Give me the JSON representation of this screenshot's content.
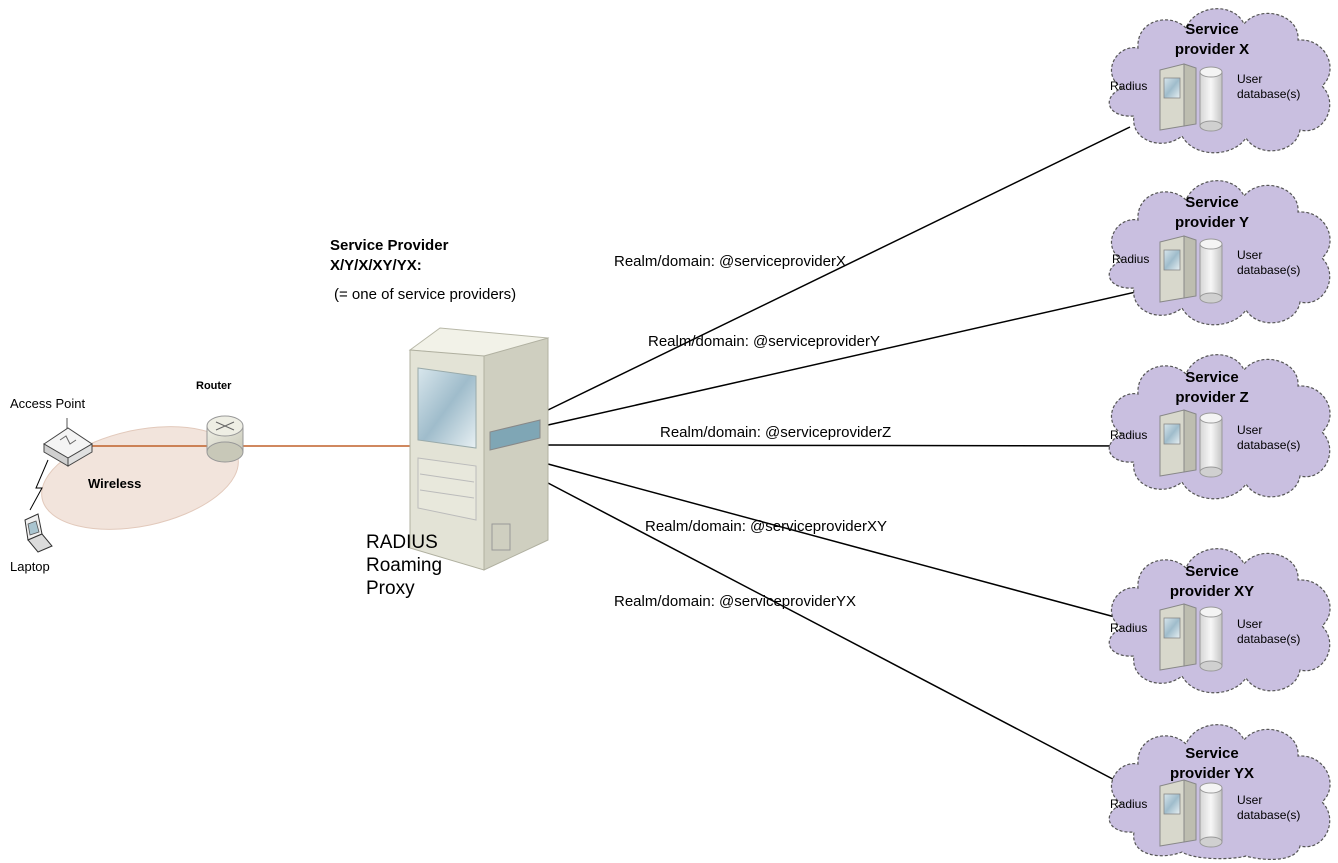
{
  "access_point": {
    "label": "Access Point"
  },
  "router": {
    "label": "Router"
  },
  "wireless": {
    "label": "Wireless"
  },
  "laptop": {
    "label": "Laptop"
  },
  "proxy": {
    "title_line1": "Service Provider",
    "title_line2": "X/Y/X/XY/YX:",
    "note": "(= one of service providers)",
    "name_line1": "RADIUS",
    "name_line2": "Roaming",
    "name_line3": "Proxy"
  },
  "realms": [
    "Realm/domain: @serviceproviderX",
    "Realm/domain: @serviceproviderY",
    "Realm/domain: @serviceproviderZ",
    "Realm/domain: @serviceproviderXY",
    "Realm/domain: @serviceproviderYX"
  ],
  "providers": [
    {
      "line1": "Service",
      "line2": "provider X",
      "radius": "Radius",
      "db1": "User",
      "db2": "database(s)"
    },
    {
      "line1": "Service",
      "line2": "provider Y",
      "radius": "Radius",
      "db1": "User",
      "db2": "database(s)"
    },
    {
      "line1": "Service",
      "line2": "provider Z",
      "radius": "Radius",
      "db1": "User",
      "db2": "database(s)"
    },
    {
      "line1": "Service",
      "line2": "provider XY",
      "radius": "Radius",
      "db1": "User",
      "db2": "database(s)"
    },
    {
      "line1": "Service",
      "line2": "provider YX",
      "radius": "Radius",
      "db1": "User",
      "db2": "database(s)"
    }
  ],
  "colors": {
    "cloud_fill": "#c9bfe0",
    "wireless_ellipse": "#f2e4dc",
    "wan_link": "#c0602a",
    "proxy_body": "#e3e3d6",
    "screen": "#a9c4cf"
  }
}
